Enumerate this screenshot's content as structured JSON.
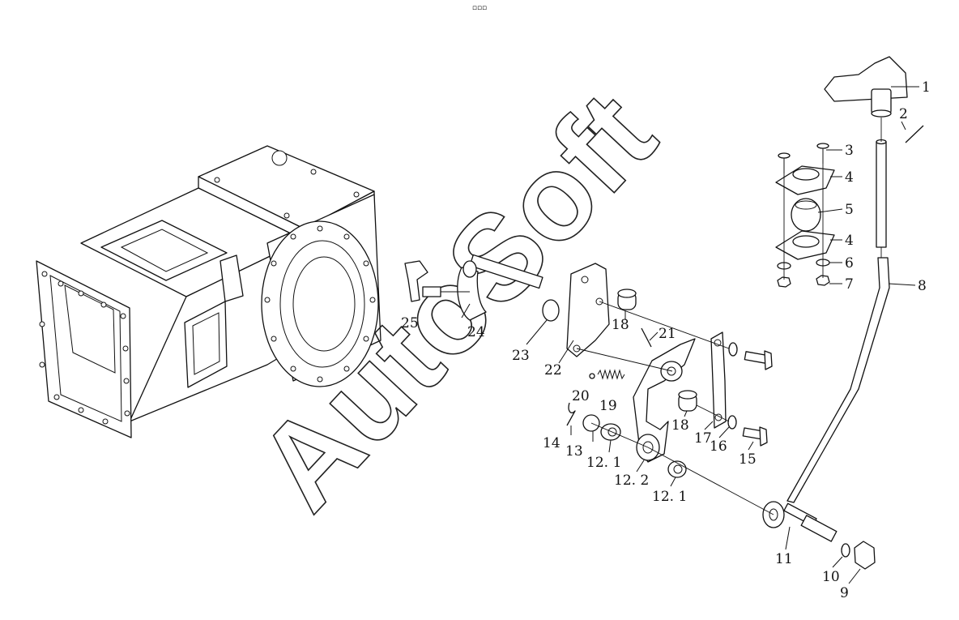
{
  "header": {
    "mark": "▫▫▫"
  },
  "watermark": {
    "text": "AutoSoft"
  },
  "parts": [
    {
      "id": "p1",
      "label": "1"
    },
    {
      "id": "p2",
      "label": "2"
    },
    {
      "id": "p3",
      "label": "3"
    },
    {
      "id": "p4a",
      "label": "4"
    },
    {
      "id": "p5",
      "label": "5"
    },
    {
      "id": "p4b",
      "label": "4"
    },
    {
      "id": "p6",
      "label": "6"
    },
    {
      "id": "p7",
      "label": "7"
    },
    {
      "id": "p8",
      "label": "8"
    },
    {
      "id": "p25",
      "label": "25"
    },
    {
      "id": "p24",
      "label": "24"
    },
    {
      "id": "p23",
      "label": "23"
    },
    {
      "id": "p22",
      "label": "22"
    },
    {
      "id": "p18a",
      "label": "18"
    },
    {
      "id": "p21",
      "label": "21"
    },
    {
      "id": "p20",
      "label": "20"
    },
    {
      "id": "p19",
      "label": "19"
    },
    {
      "id": "p18b",
      "label": "18"
    },
    {
      "id": "p17",
      "label": "17"
    },
    {
      "id": "p16",
      "label": "16"
    },
    {
      "id": "p15",
      "label": "15"
    },
    {
      "id": "p14",
      "label": "14"
    },
    {
      "id": "p13",
      "label": "13"
    },
    {
      "id": "p121a",
      "label": "12. 1"
    },
    {
      "id": "p122",
      "label": "12. 2"
    },
    {
      "id": "p121b",
      "label": "12. 1"
    },
    {
      "id": "p11",
      "label": "11"
    },
    {
      "id": "p10",
      "label": "10"
    },
    {
      "id": "p9",
      "label": "9"
    }
  ]
}
